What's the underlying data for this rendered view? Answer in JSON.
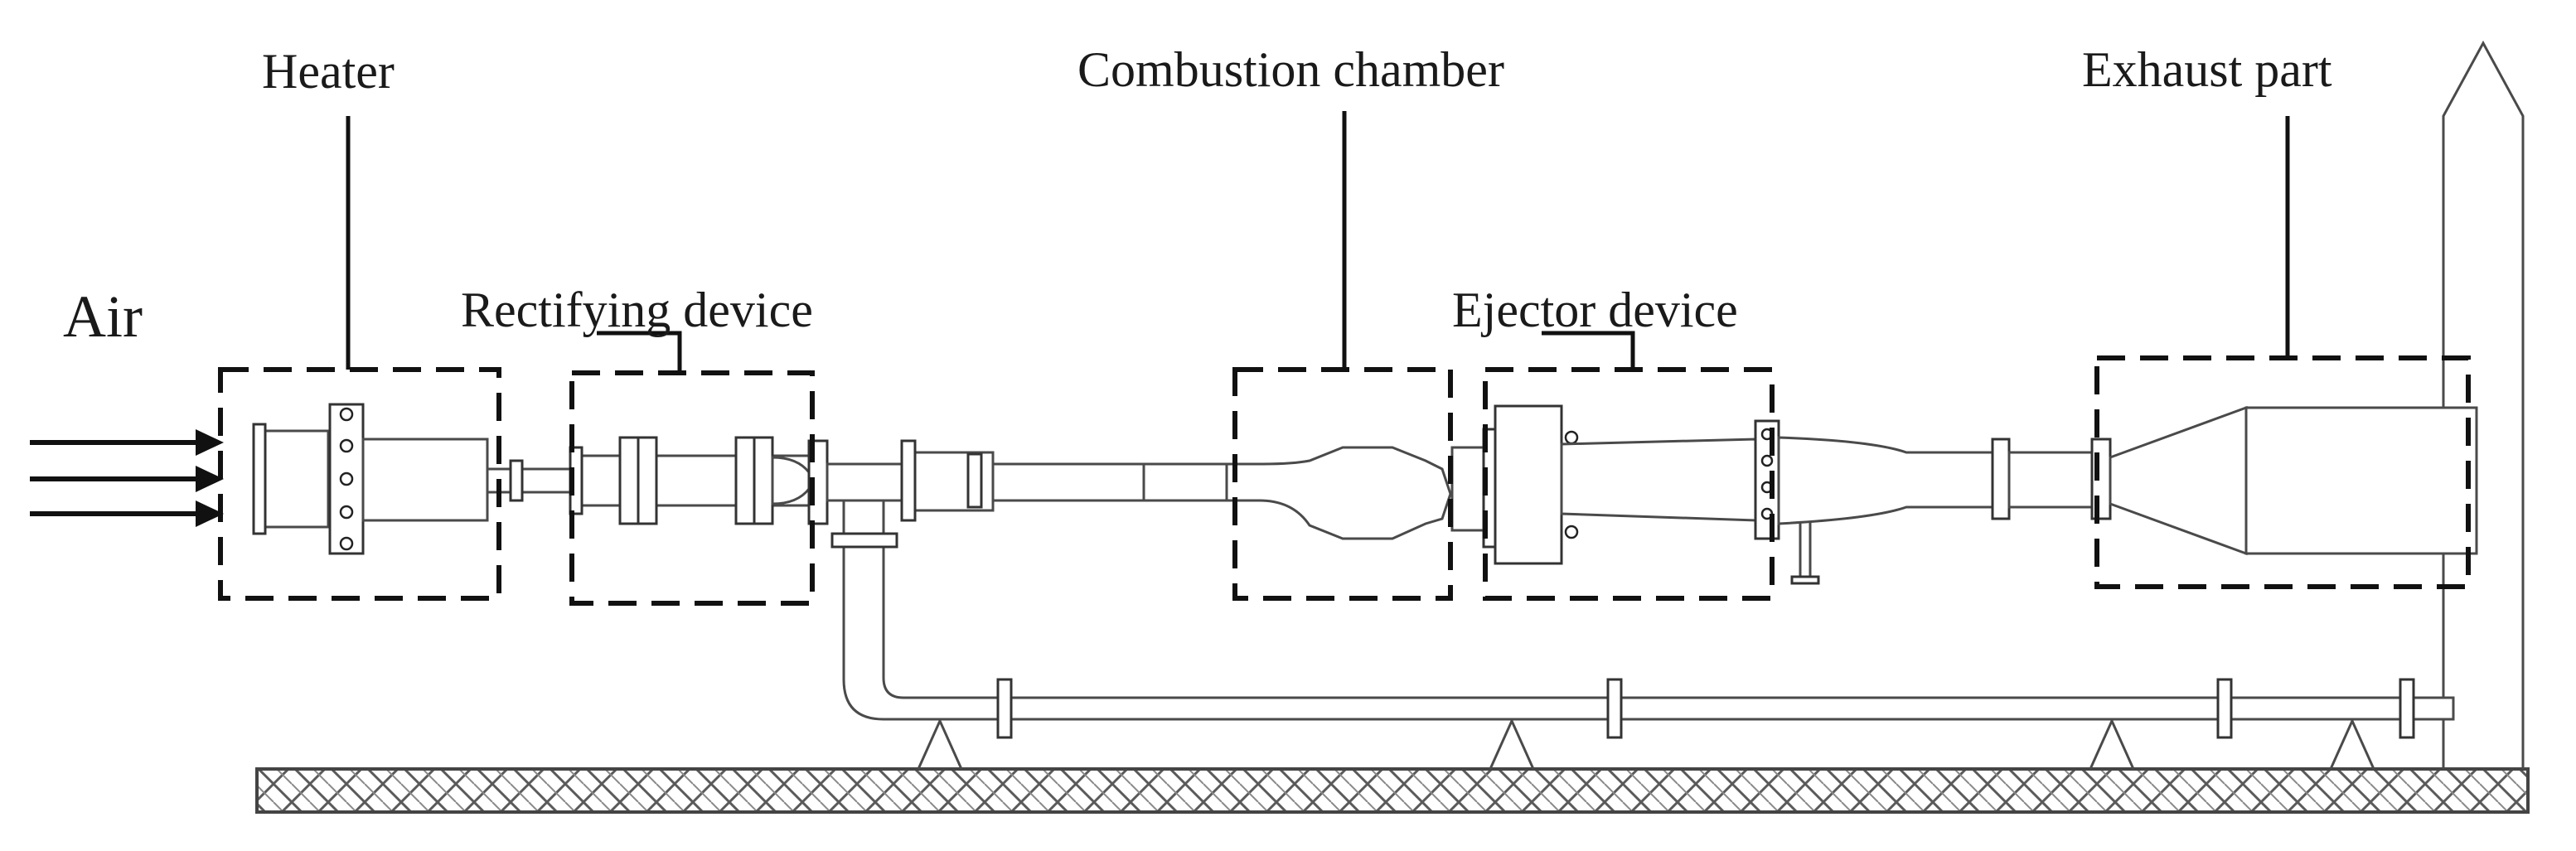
{
  "diagram": {
    "labels": {
      "air": "Air",
      "heater": "Heater",
      "rectifying": "Rectifying device",
      "combustion": "Combustion chamber",
      "ejector": "Ejector device",
      "exhaust": "Exhaust part"
    },
    "colors": {
      "line": "#4a4a4a",
      "ink": "#111111",
      "background": "#ffffff"
    }
  }
}
